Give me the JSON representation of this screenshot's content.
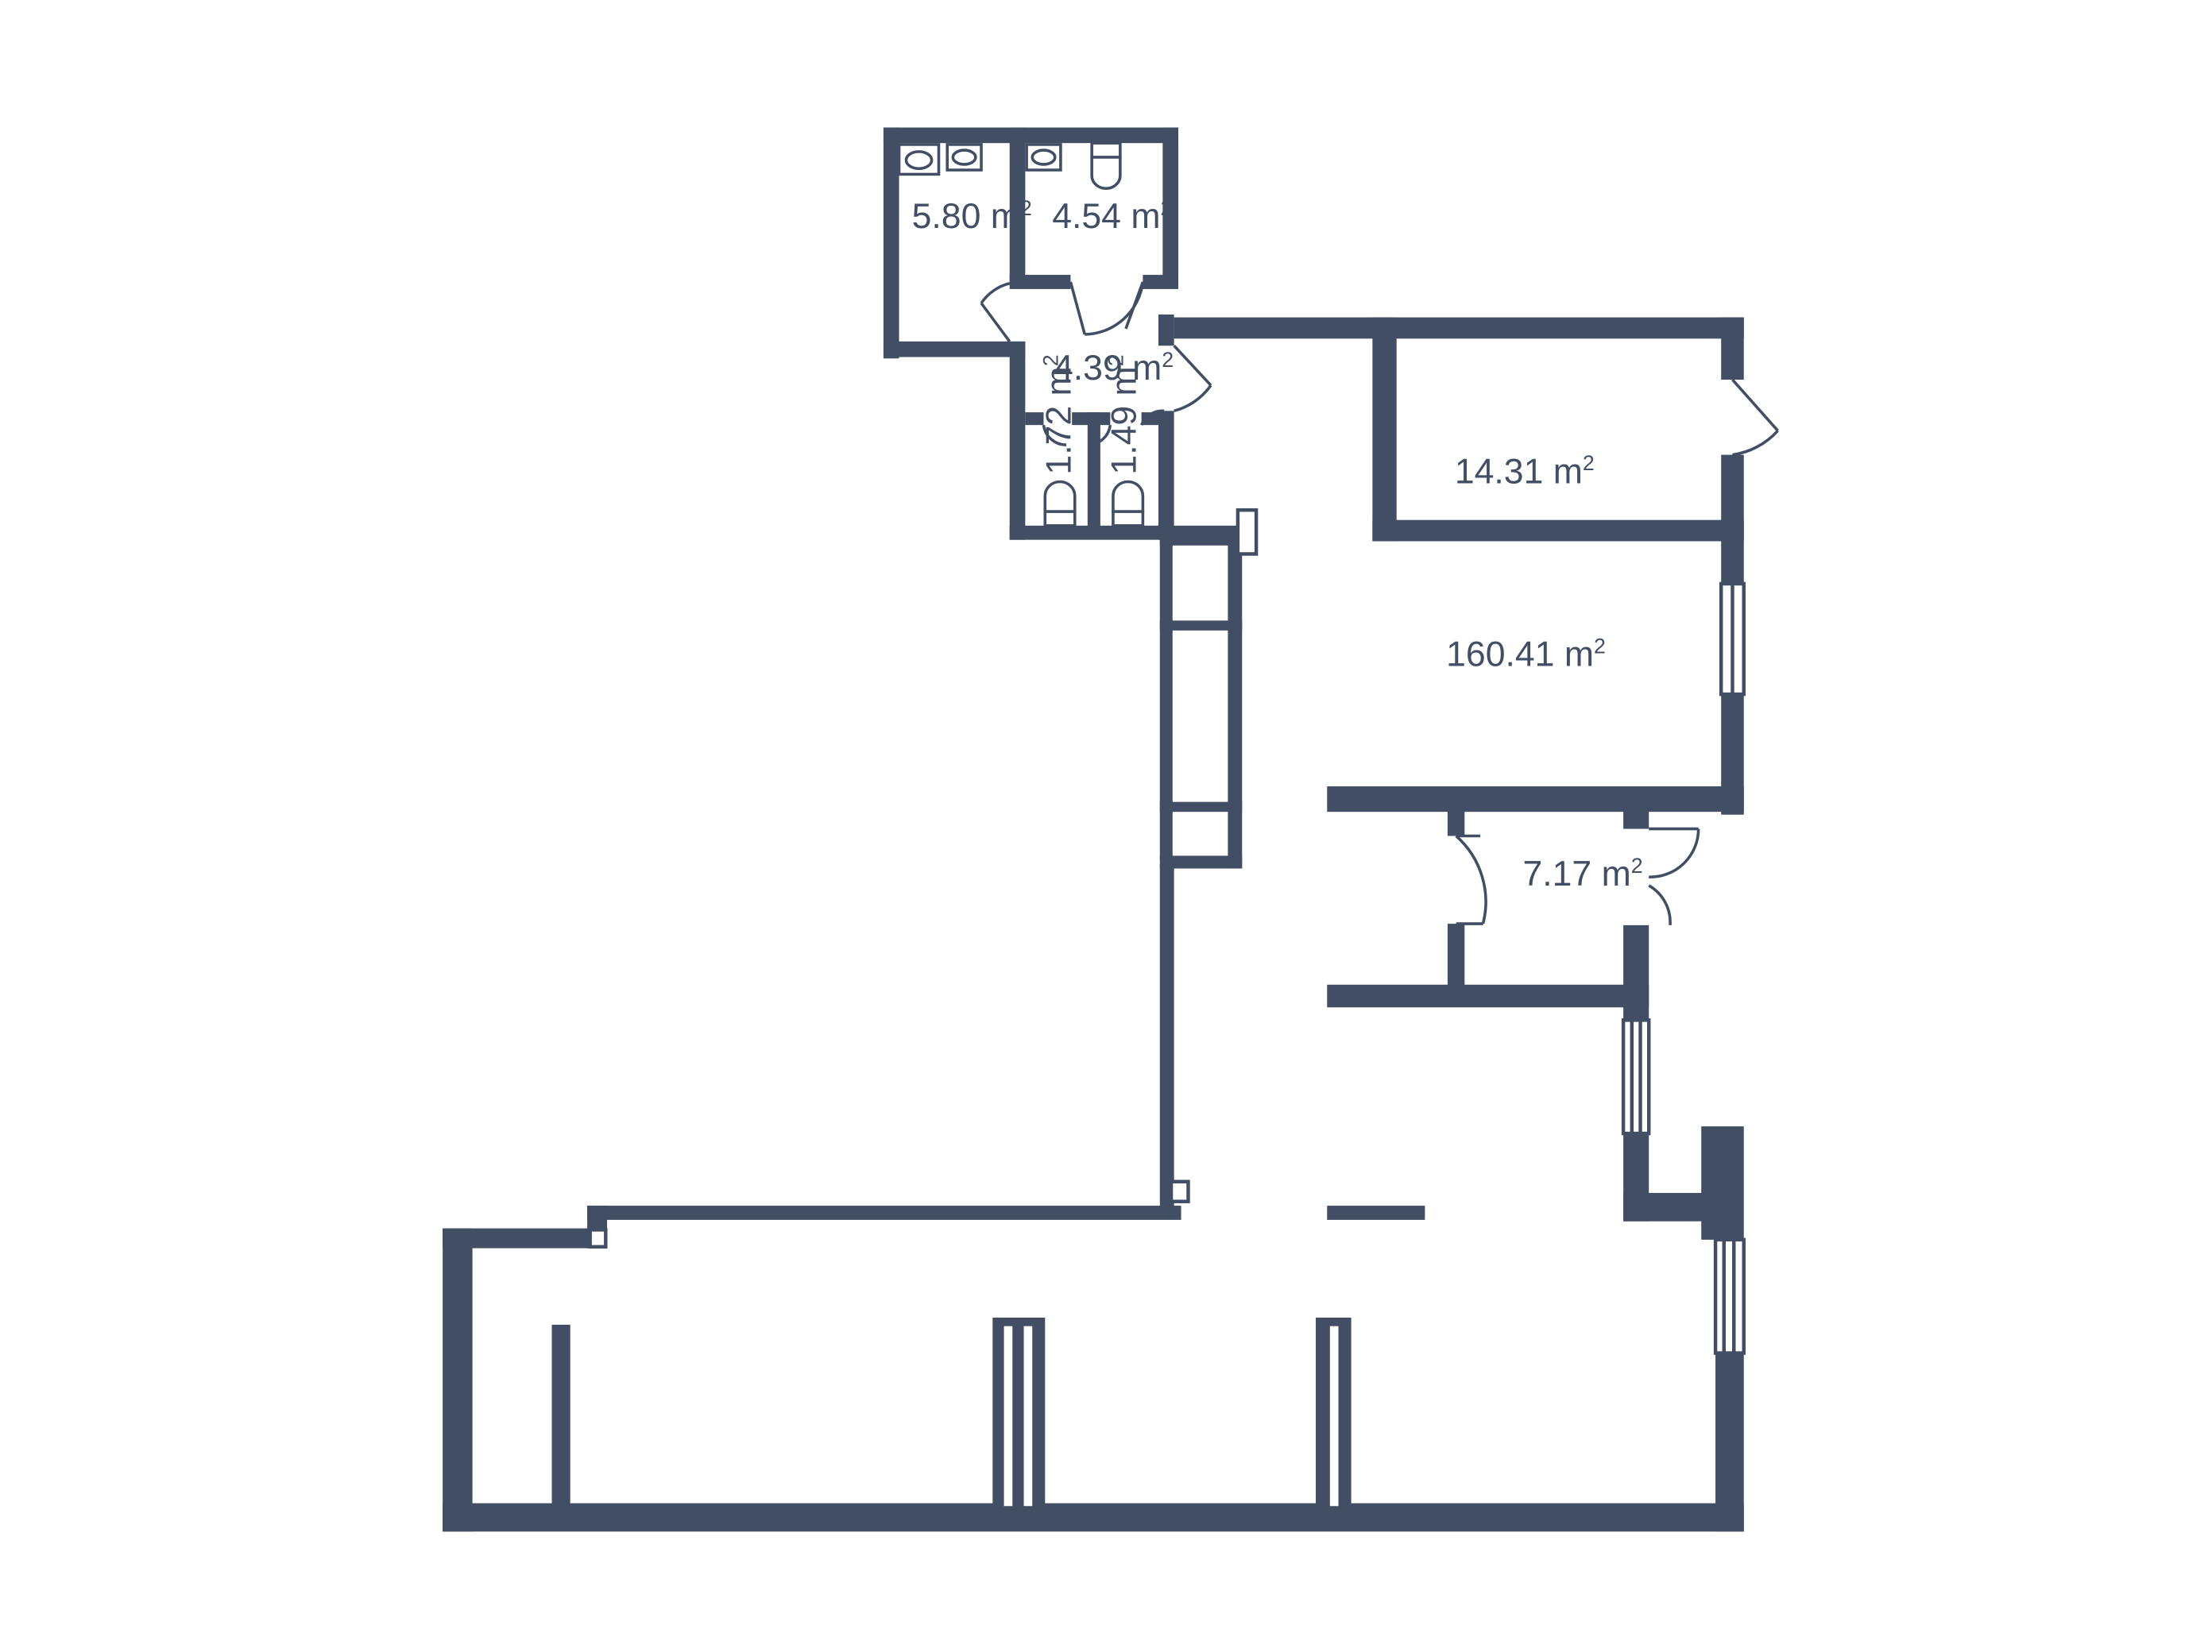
{
  "colors": {
    "wall": "#414e64",
    "background": "#ffffff"
  },
  "unit": "m",
  "unit_exponent": "2",
  "rooms": [
    {
      "area": "5.80"
    },
    {
      "area": "4.54"
    },
    {
      "area": "4.39"
    },
    {
      "area": "1.72"
    },
    {
      "area": "1.49"
    },
    {
      "area": "14.31"
    },
    {
      "area": "160.41"
    },
    {
      "area": "7.17"
    }
  ],
  "icons": [
    "sink-icon",
    "toilet-icon",
    "door-swing-icon",
    "window-icon"
  ]
}
